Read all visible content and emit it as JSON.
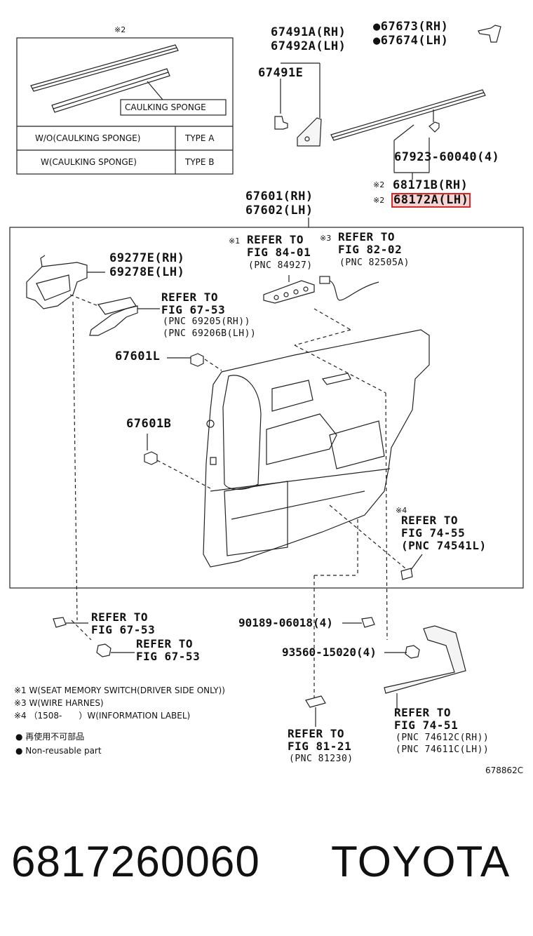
{
  "inset": {
    "mark": "※2",
    "caulking_label": "CAULKING SPONGE",
    "rows": [
      {
        "condition": "W/O(CAULKING SPONGE)",
        "type": "TYPE A"
      },
      {
        "condition": "W(CAULKING SPONGE)",
        "type": "TYPE B"
      }
    ]
  },
  "parts": {
    "p67491A": "67491A(RH)",
    "p67492A": "67492A(LH)",
    "p67491E": "67491E",
    "p67673": "●67673(RH)",
    "p67674": "●67674(LH)",
    "p67923": "67923-60040(4)",
    "p68171B": "68171B(RH)",
    "p68172A": "68172A(LH)",
    "mark2a": "※2",
    "mark2b": "※2",
    "p67601": "67601(RH)",
    "p67602": "67602(LH)",
    "p69277E": "69277E(RH)",
    "p69278E": "69278E(LH)",
    "p67601L": "67601L",
    "p67601B": "67601B",
    "p90189": "90189-06018(4)",
    "p93560": "93560-15020(4)"
  },
  "refs": {
    "r1_mark": "※1",
    "r1_l1": "REFER TO",
    "r1_l2": "FIG 84-01",
    "r1_pnc": "(PNC 84927)",
    "r3_mark": "※3",
    "r3_l1": "REFER TO",
    "r3_l2": "FIG 82-02",
    "r3_pnc": "(PNC 82505A)",
    "h_l1": "REFER TO",
    "h_l2": "FIG 67-53",
    "h_pnc1": "(PNC 69205(RH))",
    "h_pnc2": "(PNC 69206B(LH))",
    "r4_mark": "※4",
    "r4_l1": "REFER TO",
    "r4_l2": "FIG 74-55",
    "r4_pnc": "(PNC 74541L)",
    "c1_l1": "REFER TO",
    "c1_l2": "FIG 67-53",
    "c2_l1": "REFER TO",
    "c2_l2": "FIG 67-53",
    "s_l1": "REFER TO",
    "s_l2": "FIG 81-21",
    "s_pnc": "(PNC 81230)",
    "g_l1": "REFER TO",
    "g_l2": "FIG 74-51",
    "g_pnc1": "(PNC 74612C(RH))",
    "g_pnc2": "(PNC 74611C(LH))"
  },
  "notes": {
    "n1": "※1 W(SEAT MEMORY SWITCH(DRIVER SIDE ONLY))",
    "n3": "※3 W(WIRE HARNES)",
    "n4": "※4 （1508-　　）W(INFORMATION LABEL)",
    "nr_jp": "● 再使用不可部品",
    "nr_en": "● Non-reusable part"
  },
  "diagram_id": "678862C",
  "footer": {
    "part_number": "6817260060",
    "brand": "TOYOTA"
  },
  "colors": {
    "highlight_border": "#d62a2a",
    "highlight_fill": "#f7d4d4"
  }
}
